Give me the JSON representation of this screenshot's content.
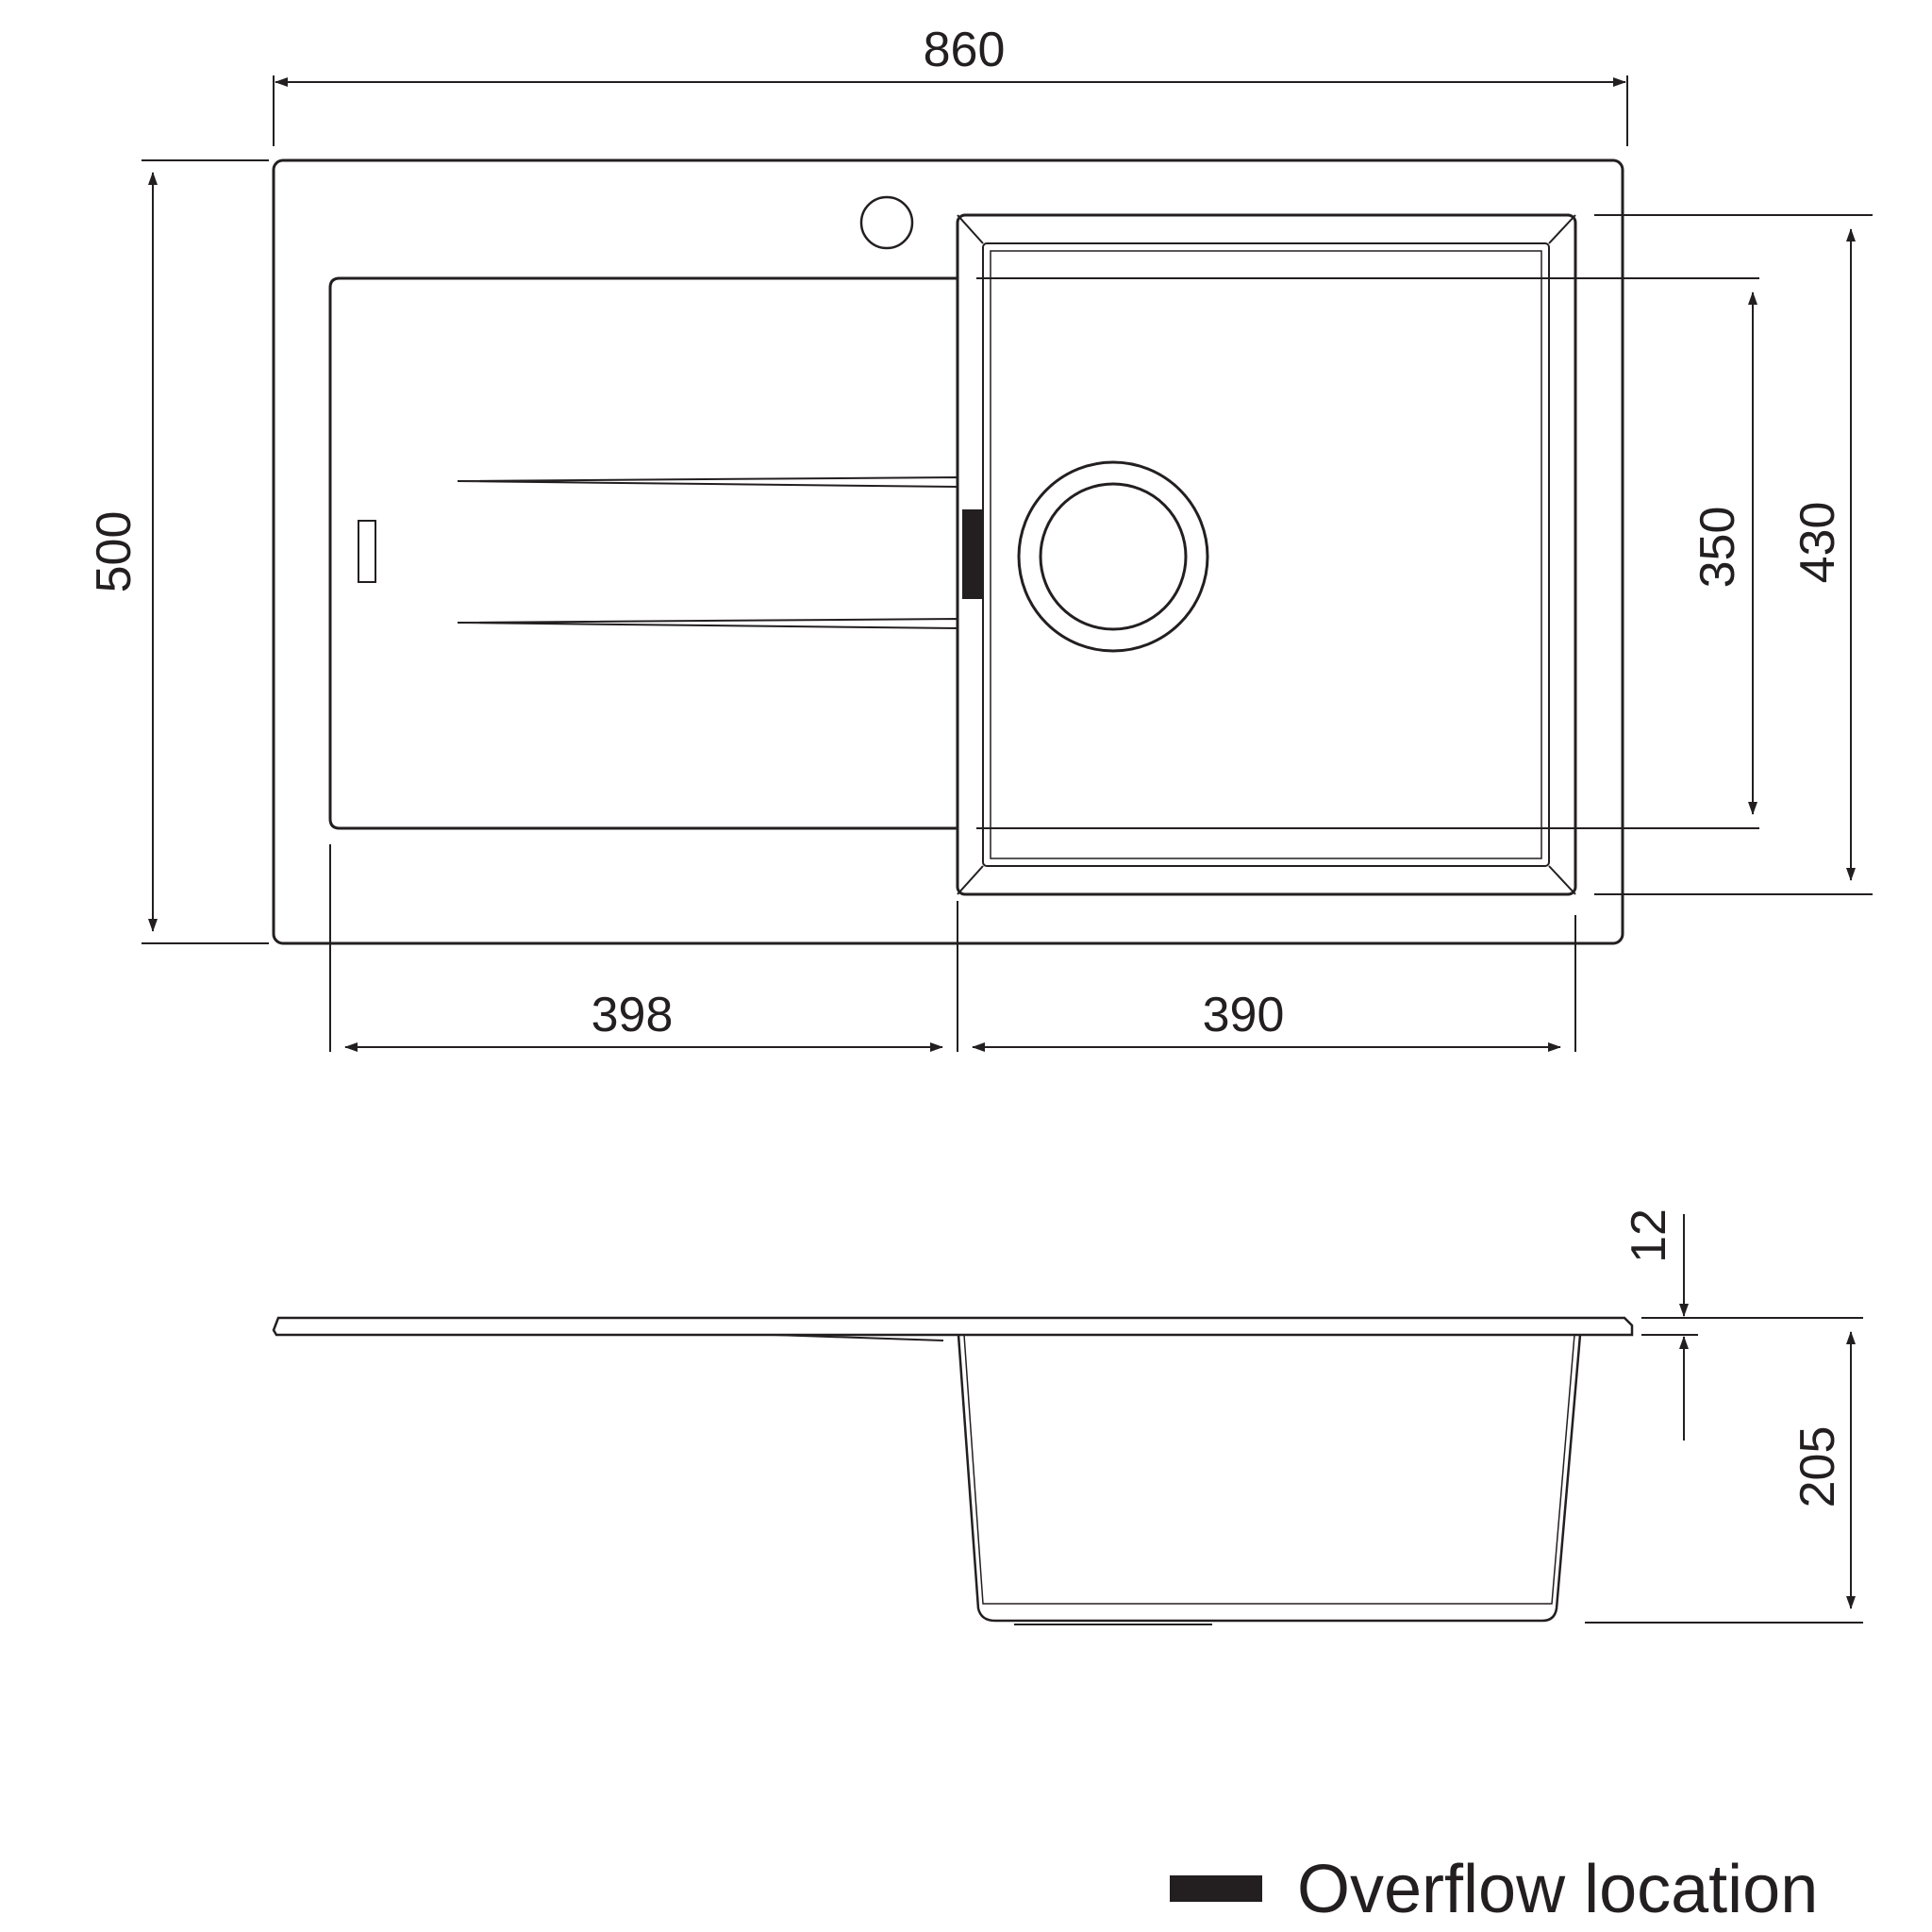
{
  "top_view": {
    "overall_width": "860",
    "overall_depth": "500",
    "drainer_width": "398",
    "bowl_width": "390",
    "bowl_inner_length": "350",
    "bowl_outer_length": "430"
  },
  "side_view": {
    "rim_thickness": "12",
    "bowl_depth": "205"
  },
  "legend": {
    "label": "Overflow location",
    "swatch_color": "#231f20"
  },
  "colors": {
    "line": "#231f20",
    "background": "#ffffff"
  }
}
